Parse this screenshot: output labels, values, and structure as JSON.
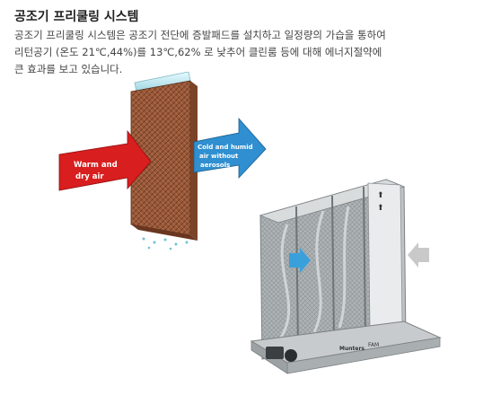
{
  "heading": "공조기 프리쿨링 시스템",
  "description_lines": [
    "공조기 프리쿨링 시스템은  공조기 전단에 증발패드를 설치하고  일정량의 가습을  통하여",
    "리턴공기 (온도 21℃,44%)를 13℃,62% 로 낮추어 클린룸 등에 대해 에너지절약에",
    "큰 효과를 보고 있습니다."
  ],
  "pad_diagram": {
    "warm_arrow_label": [
      "Warm and",
      "dry air"
    ],
    "cold_arrow_label": [
      "Cold and humid",
      "air without",
      "aerosols"
    ],
    "warm_arrow_color": "#d81e1e",
    "cold_arrow_color": "#2f8fd0",
    "pad_color": "#9a5a3a",
    "pipe_color": "#bfe8ef"
  },
  "unit_photo": {
    "brand_label": "Munters",
    "model_label": "FAM",
    "frame_color": "#cfd2d4",
    "indicator_arrow_color": "#3aa0dc"
  }
}
